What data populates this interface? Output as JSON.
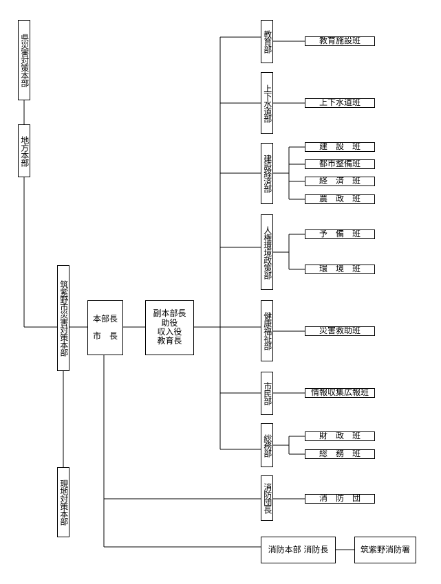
{
  "prefecture_hq": "県災害対策本部",
  "regional_hq": "地方本部",
  "city_hq": "筑紫野市災害対策本部",
  "onsite_hq": "現地対策本部",
  "chief_box": {
    "line1": "本部長",
    "line2": "市　長"
  },
  "deputy_box": [
    "副本部長",
    "助役",
    "収入役",
    "教育長"
  ],
  "departments": [
    {
      "name": "教育部",
      "teams": [
        "教育施設班"
      ]
    },
    {
      "name": "上下水道部",
      "teams": [
        "上下水道班"
      ]
    },
    {
      "name": "建設経済部",
      "teams": [
        "建　設　班",
        "都市整備班",
        "経　済　班",
        "農　政　班"
      ]
    },
    {
      "name": "人権環境政策部",
      "teams": [
        "予　備　班",
        "環　境　班"
      ]
    },
    {
      "name": "健康福祉部",
      "teams": [
        "災害救助班"
      ]
    },
    {
      "name": "市民部",
      "teams": [
        "情報収集広報班"
      ]
    },
    {
      "name": "総務部",
      "teams": [
        "財　政　班",
        "総　務　班"
      ]
    }
  ],
  "fire_corps_chief": {
    "name": "消防団長",
    "team": "消　防　団"
  },
  "fire_hq": "消防本部 消防長",
  "fire_station": "筑紫野消防署"
}
